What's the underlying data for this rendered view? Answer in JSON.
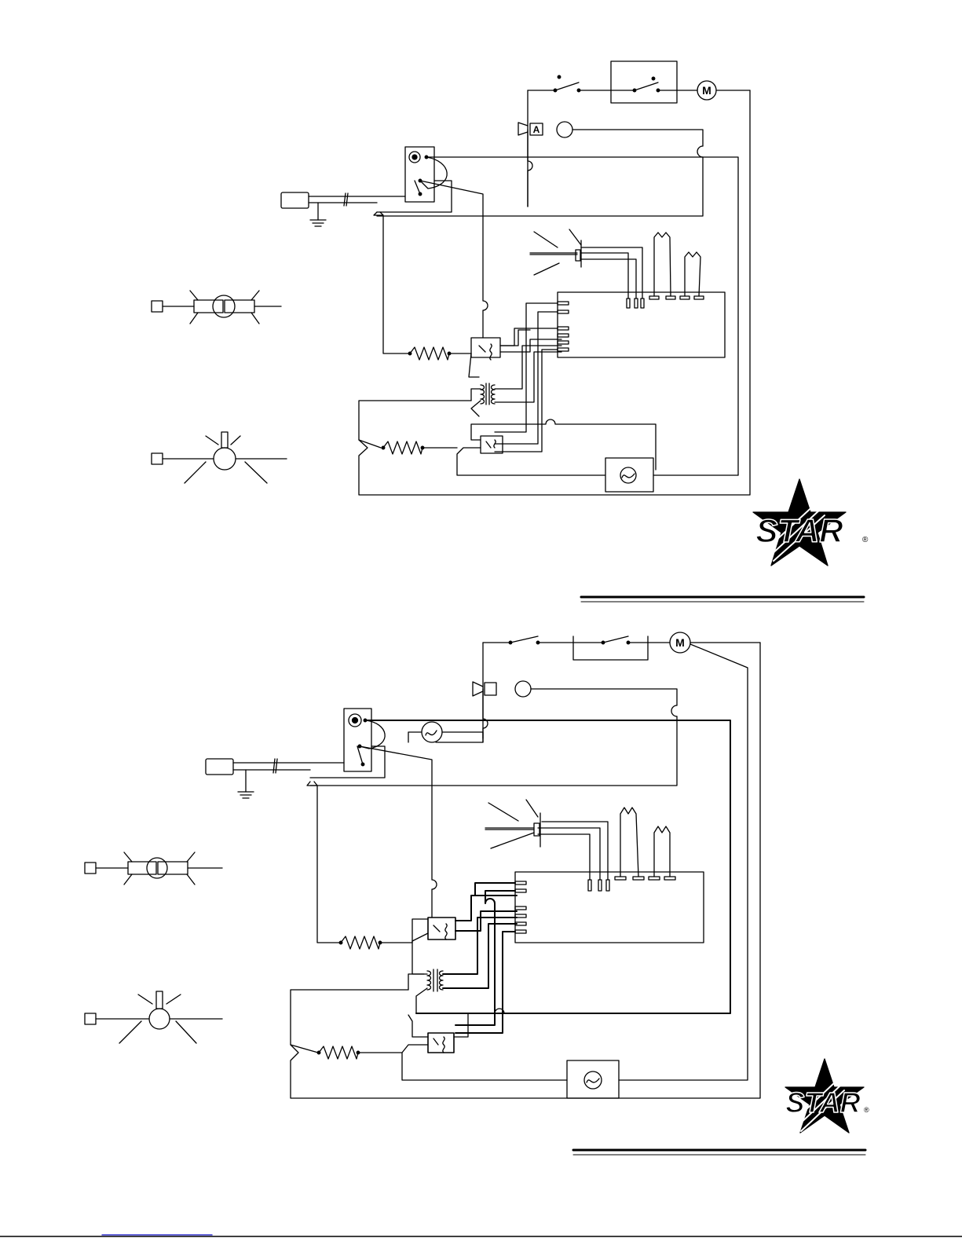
{
  "page": {
    "background": "#ffffff",
    "ink": "#000000"
  },
  "diagrams": [
    {
      "motor_label": "M",
      "aux_label": "A",
      "logo": {
        "text": "STAR",
        "registered": "®"
      }
    },
    {
      "motor_label": "M",
      "aux_label": "",
      "logo": {
        "text": "STAR",
        "registered": "®"
      }
    }
  ],
  "footer": {
    "link_text": ""
  }
}
